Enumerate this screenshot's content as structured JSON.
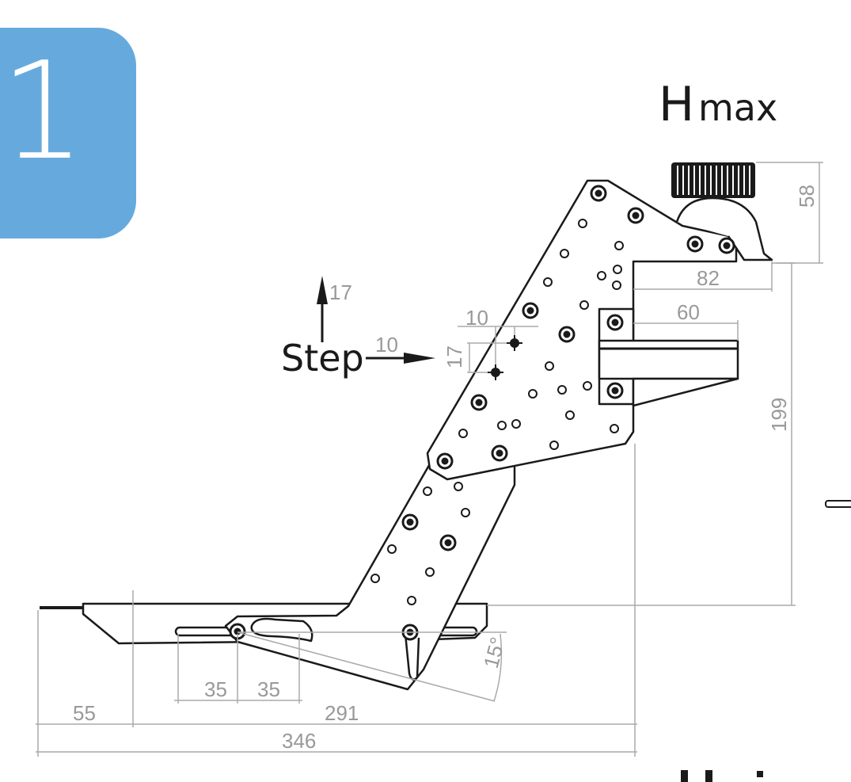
{
  "step_number": "1",
  "title": {
    "main": "H",
    "sub": "max"
  },
  "step": {
    "label": "Step",
    "vertical": "17",
    "horizontal": "10"
  },
  "detail": {
    "horizontal": "10",
    "vertical": "17"
  },
  "dimensions": {
    "knob_height": "58",
    "clamp_width": "82",
    "block_width": "60",
    "height": "199",
    "slot_a": "35",
    "slot_b": "35",
    "angle": "15°",
    "offset": "55",
    "length": "291",
    "total": "346"
  },
  "colors": {
    "badge": "#66aadd",
    "line": "#1a1a1a",
    "dimension": "#999999"
  }
}
